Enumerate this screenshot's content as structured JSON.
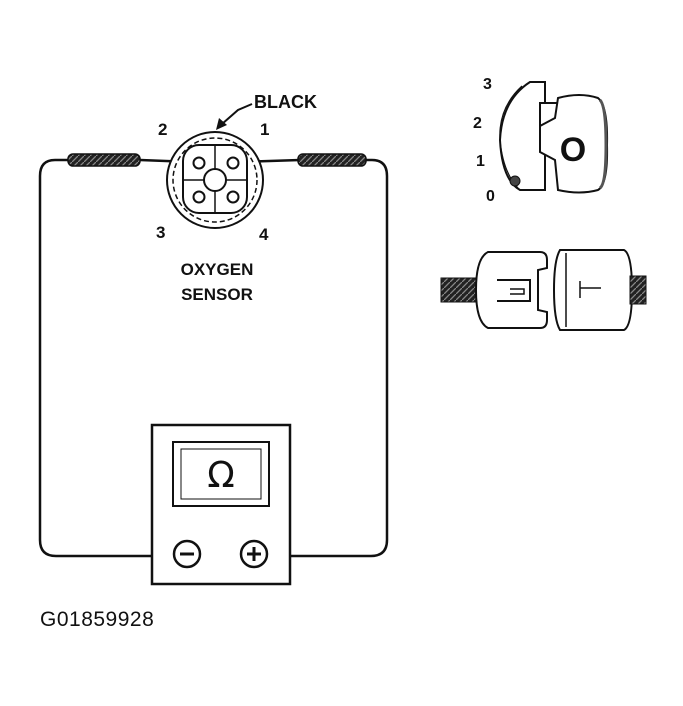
{
  "sensor": {
    "wire_color_label": "BLACK",
    "pin_labels": [
      "1",
      "2",
      "3",
      "4"
    ],
    "name_line1": "OXYGEN",
    "name_line2": "SENSOR"
  },
  "meter": {
    "display_symbol": "Ω",
    "negative_terminal": "⊖",
    "positive_terminal": "⊕"
  },
  "key_positions": {
    "labels": [
      "3",
      "2",
      "1",
      "0"
    ],
    "key_symbol": "O"
  },
  "figure_id": "G01859928"
}
